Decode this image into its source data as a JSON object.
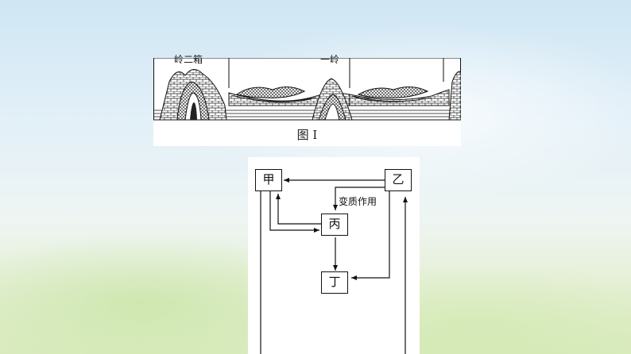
{
  "figure1": {
    "caption": "图 I",
    "labels": [
      "岭二箱",
      "一岭"
    ]
  },
  "figure2": {
    "nodes": {
      "jia": "甲",
      "yi": "乙",
      "bing": "丙",
      "ding": "丁"
    },
    "edge_label": "变质作用"
  },
  "colors": {
    "line": "#111111",
    "sediment": "#999999"
  }
}
